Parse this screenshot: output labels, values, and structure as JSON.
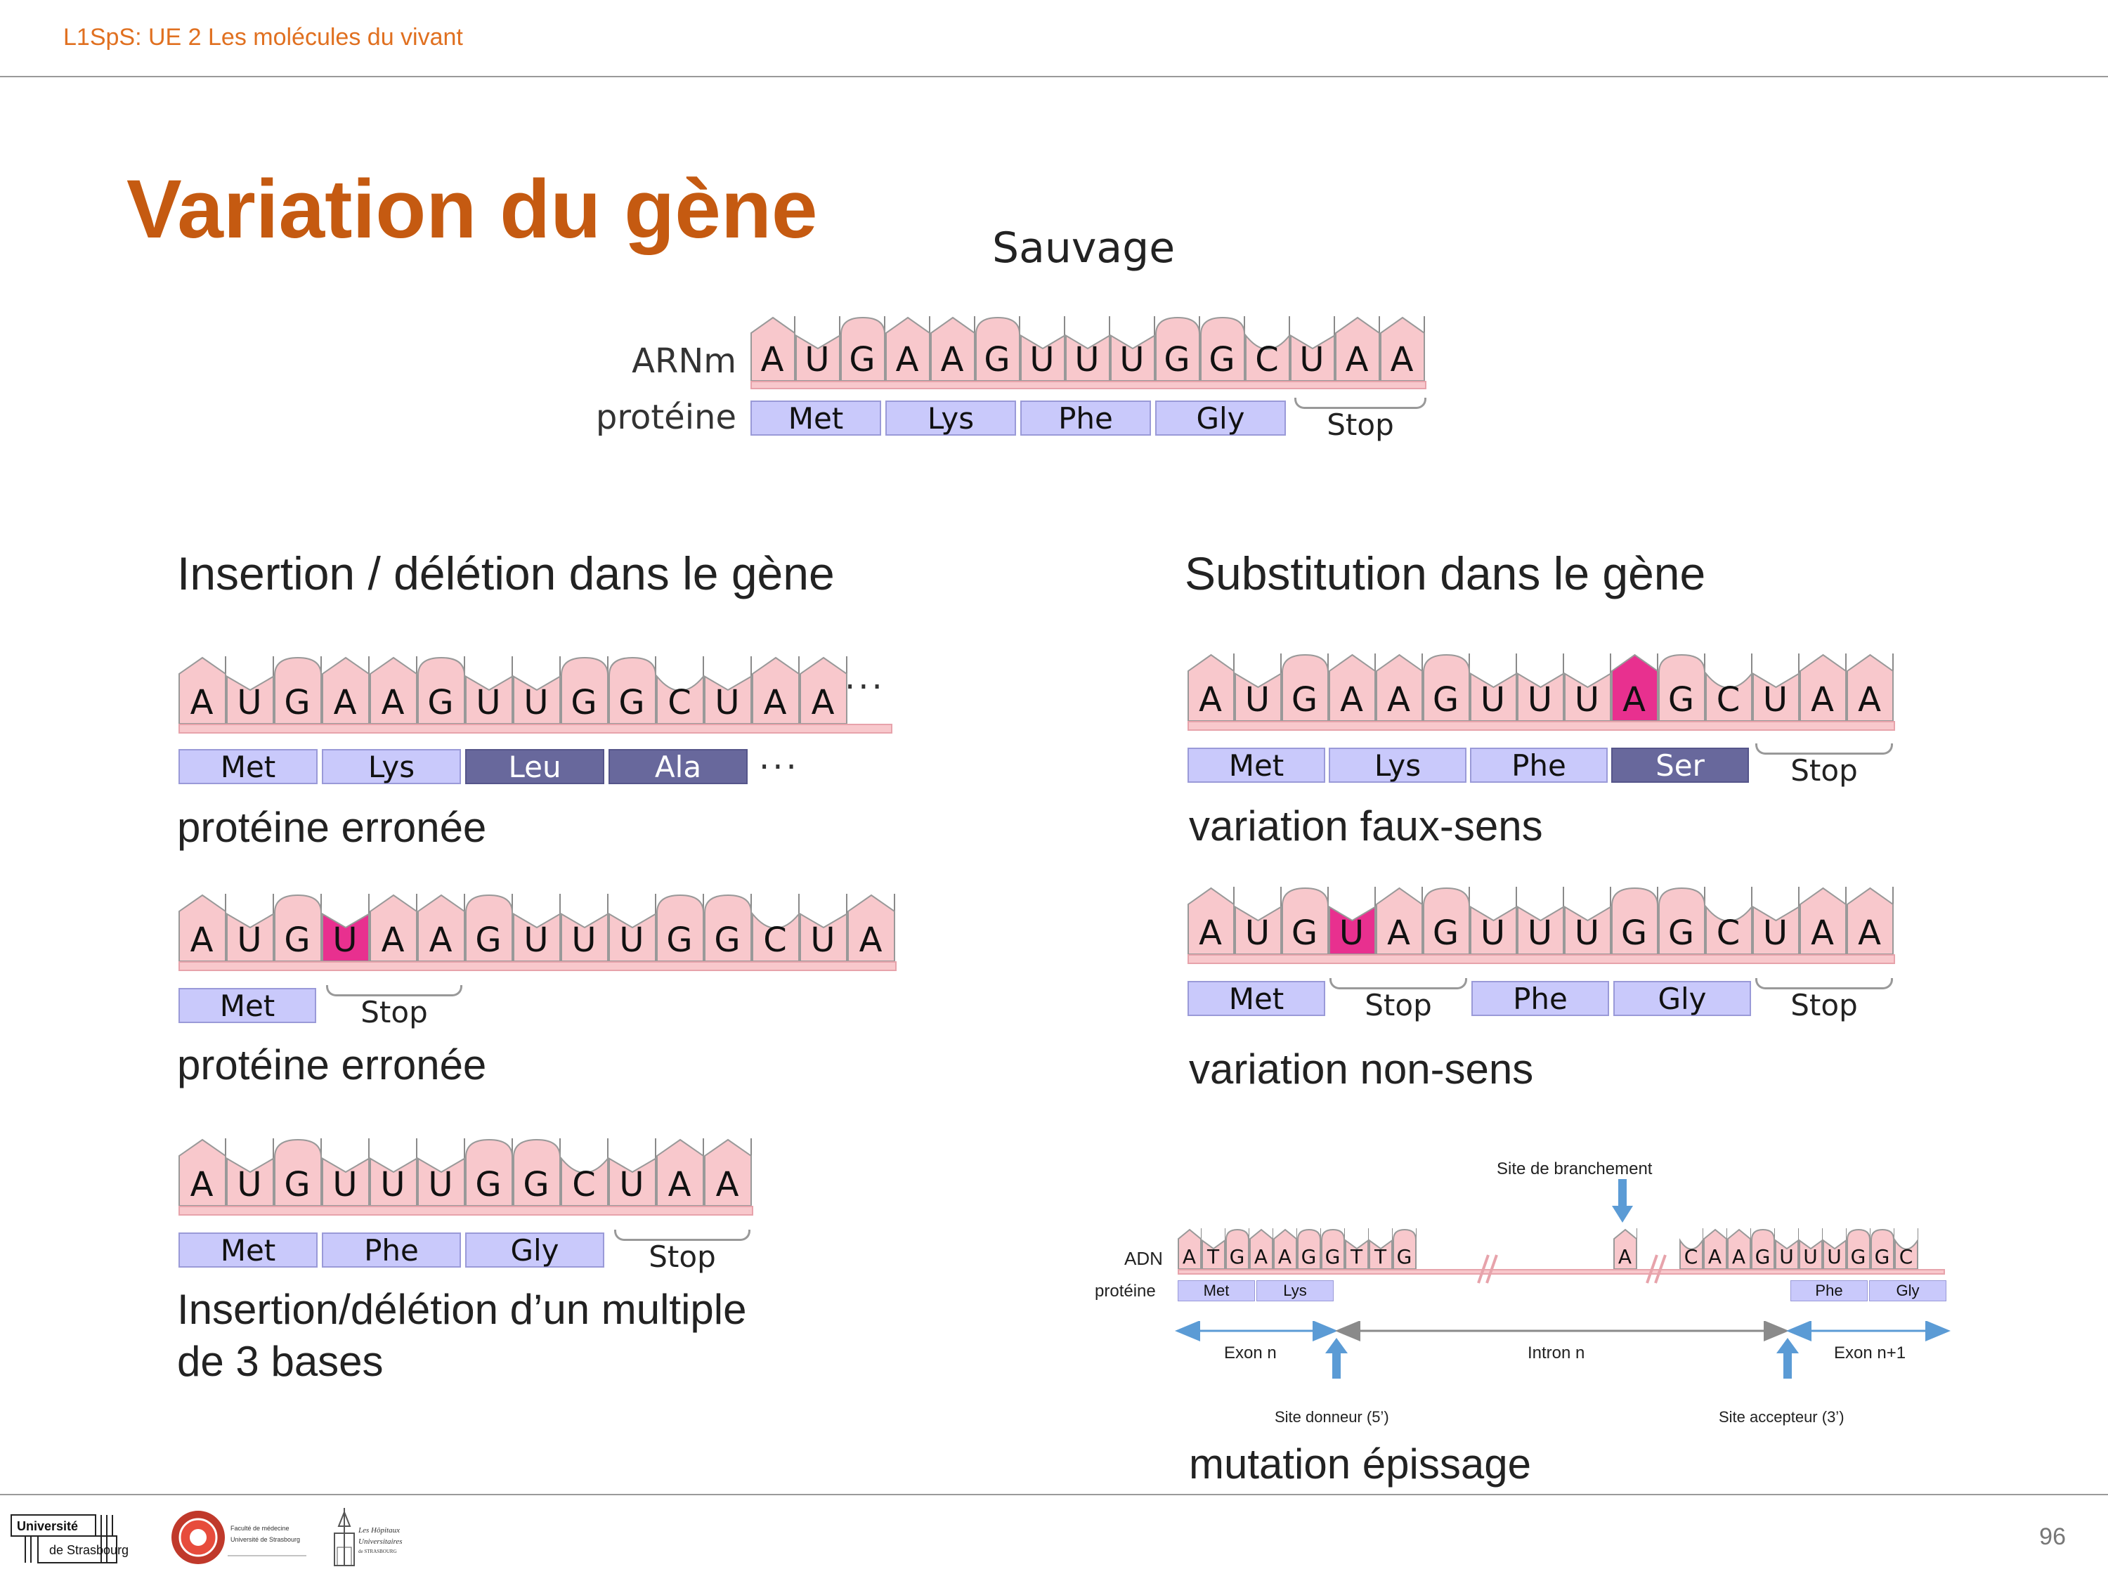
{
  "header": {
    "course": "L1SpS: UE 2 Les molécules du vivant"
  },
  "title": "Variation du gène",
  "page_number": "96",
  "colors": {
    "nucleotide": "#f8c8cc",
    "mutated_nucleotide": "#e8308f",
    "amino_acid": "#c9c9fb",
    "erroneous_amino_acid": "#68689c",
    "title": "#c55a11",
    "header": "#e07020"
  },
  "wild": {
    "title": "Sauvage",
    "mrna_label": "ARNm",
    "protein_label": "protéine",
    "sequence": [
      "A",
      "U",
      "G",
      "A",
      "A",
      "G",
      "U",
      "U",
      "U",
      "G",
      "G",
      "C",
      "U",
      "A",
      "A"
    ],
    "amino_acids": [
      "Met",
      "Lys",
      "Phe",
      "Gly"
    ],
    "stop": "Stop"
  },
  "indel": {
    "heading": "Insertion / délétion dans le gène",
    "frameshift": {
      "sequence": [
        "A",
        "U",
        "G",
        "A",
        "A",
        "G",
        "U",
        "U",
        "G",
        "G",
        "C",
        "U",
        "A",
        "A"
      ],
      "amino_acids": [
        "Met",
        "Lys",
        "Leu",
        "Ala"
      ],
      "ellipsis": "···",
      "caption": "protéine erronée"
    },
    "premature_stop": {
      "sequence": [
        "A",
        "U",
        "G",
        "U",
        "A",
        "A",
        "G",
        "U",
        "U",
        "U",
        "G",
        "G",
        "C",
        "U",
        "A"
      ],
      "amino_acids": [
        "Met"
      ],
      "stop": "Stop",
      "caption": "protéine erronée"
    },
    "multiple_of_three": {
      "sequence": [
        "A",
        "U",
        "G",
        "U",
        "U",
        "U",
        "G",
        "G",
        "C",
        "U",
        "A",
        "A"
      ],
      "amino_acids": [
        "Met",
        "Phe",
        "Gly"
      ],
      "stop": "Stop",
      "caption_line1": "Insertion/délétion d’un multiple",
      "caption_line2": "de 3 bases"
    }
  },
  "substitution": {
    "heading": "Substitution dans le gène",
    "missense": {
      "sequence": [
        "A",
        "U",
        "G",
        "A",
        "A",
        "G",
        "U",
        "U",
        "U",
        "A",
        "G",
        "C",
        "U",
        "A",
        "A"
      ],
      "amino_acids": [
        "Met",
        "Lys",
        "Phe",
        "Ser"
      ],
      "stop": "Stop",
      "caption": "variation faux-sens"
    },
    "nonsense": {
      "sequence": [
        "A",
        "U",
        "G",
        "U",
        "A",
        "G",
        "U",
        "U",
        "U",
        "G",
        "G",
        "C",
        "U",
        "A",
        "A"
      ],
      "amino_acids": [
        "Met",
        "Phe",
        "Gly"
      ],
      "stop": "Stop",
      "caption": "variation non-sens"
    }
  },
  "splicing": {
    "branch_site": "Site de branchement",
    "dna_label": "ADN",
    "protein_label": "protéine",
    "exon1_sequence": [
      "A",
      "T",
      "G",
      "A",
      "A",
      "G",
      "G",
      "T",
      "T",
      "G"
    ],
    "branch_base": "A",
    "exon2_sequence": [
      "C",
      "A",
      "A",
      "G",
      "U",
      "U",
      "U",
      "G",
      "G",
      "C"
    ],
    "exon1_amino_acids": [
      "Met",
      "Lys"
    ],
    "exon2_amino_acids": [
      "Phe",
      "Gly"
    ],
    "exon_n": "Exon n",
    "intron_n": "Intron n",
    "exon_n1": "Exon n+1",
    "donor_site": "Site donneur (5’)",
    "acceptor_site": "Site accepteur (3’)",
    "caption": "mutation épissage"
  },
  "logos": {
    "university_line1": "Université",
    "university_line2": "de Strasbourg",
    "faculty_line1": "Faculté de médecine",
    "faculty_line2": "Université de Strasbourg",
    "hospital_line1": "Les Hôpitaux",
    "hospital_line2": "Universitaires",
    "hospital_line3": "de STRASBOURG"
  }
}
